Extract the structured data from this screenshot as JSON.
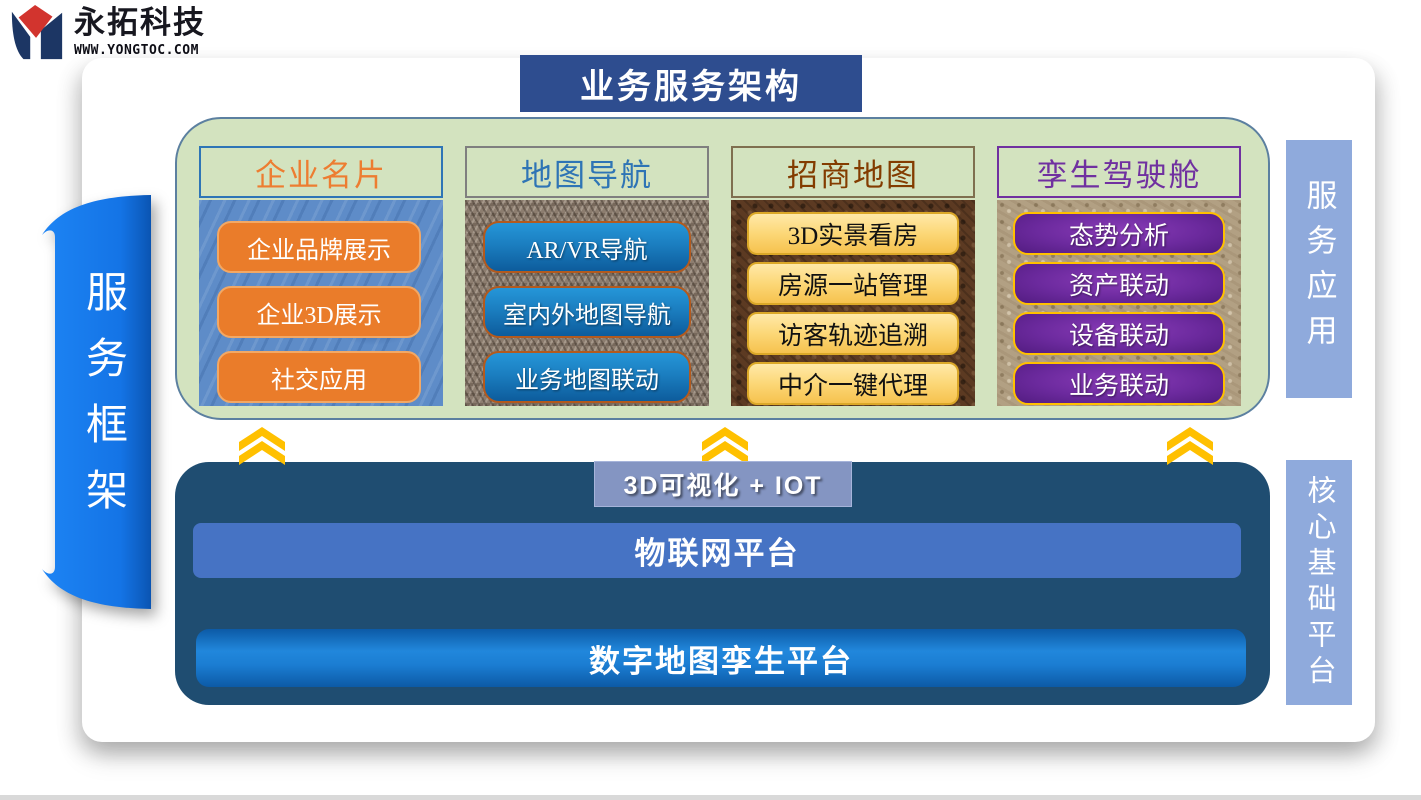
{
  "brand": {
    "name": "永拓科技",
    "website": "WWW.YONGTOC.COM"
  },
  "title": "业务服务架构",
  "left_banner": {
    "label": "服务框架"
  },
  "side_labels": {
    "top": "服务应用",
    "bottom": "核心基础平台"
  },
  "framework": {
    "columns": [
      {
        "header": "企业名片",
        "accent": "#ed7d31",
        "border": "#2e75b6",
        "items": [
          "企业品牌展示",
          "企业3D展示",
          "社交应用"
        ]
      },
      {
        "header": "地图导航",
        "accent": "#2e74b5",
        "border": "#7f7f7f",
        "items": [
          "AR/VR导航",
          "室内外地图导航",
          "业务地图联动"
        ]
      },
      {
        "header": "招商地图",
        "accent": "#833c00",
        "border": "#7f6f4f",
        "items": [
          "3D实景看房",
          "房源一站管理",
          "访客轨迹追溯",
          "中介一键代理"
        ]
      },
      {
        "header": "孪生驾驶舱",
        "accent": "#7030a0",
        "border": "#7030a0",
        "items": [
          "态势分析",
          "资产联动",
          "设备联动",
          "业务联动"
        ]
      }
    ]
  },
  "platform": {
    "tag": "3D可视化 + IOT",
    "bars": [
      "物联网平台",
      "数字地图孪生平台"
    ]
  },
  "colors": {
    "title_banner": "#2e4d8f",
    "container_green": "#d3e3bf",
    "container_navy": "#1f4d71",
    "ribbon_blue": "#1474e6",
    "side_label_blue": "#8faadc",
    "chevron_gold": "#ffc000",
    "logo_navy": "#1c3664",
    "logo_red": "#d2342e"
  }
}
